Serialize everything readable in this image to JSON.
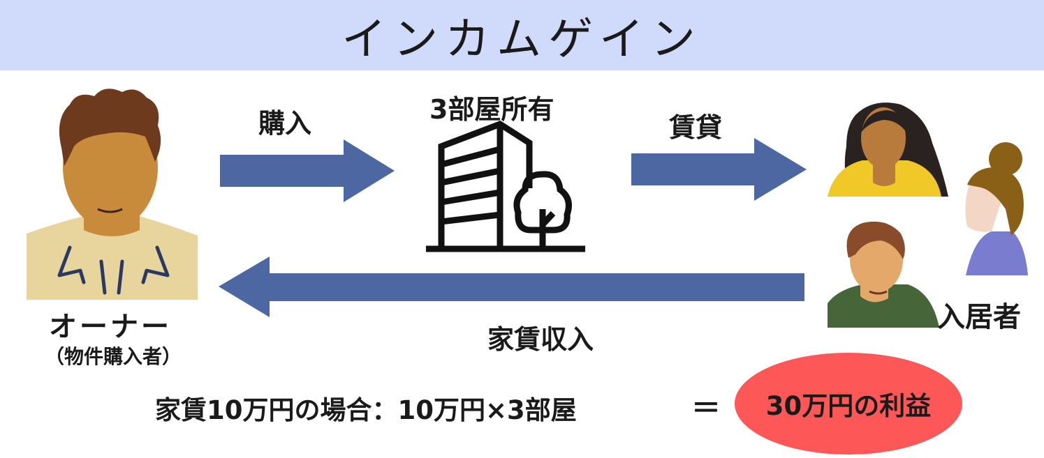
{
  "header": {
    "title": "インカムゲイン"
  },
  "labels": {
    "purchase": "購入",
    "ownership": "3部屋所有",
    "rental": "賃貸",
    "rent_income": "家賃収入",
    "owner": "オーナー",
    "owner_sub": "（物件購入者）",
    "tenants": "入居者"
  },
  "formula": {
    "expression": "家賃10万円の場合：10万円×3部屋",
    "equals": "＝",
    "result": "30万円の利益"
  },
  "colors": {
    "header_bg": "#d0dbfb",
    "arrow": "#4c67a1",
    "result_bg": "#fd5757",
    "owner_skin": "#c88a3b",
    "owner_shirt": "#e8d49d",
    "tenant_shirt_yellow": "#f0c828",
    "tenant_shirt_green": "#46663a",
    "tenant_shirt_purple": "#7a7cd0"
  },
  "icons": [
    "owner-avatar",
    "building-icon",
    "tenant-woman-avatar",
    "tenant-man-avatar",
    "tenant-girl-avatar"
  ]
}
